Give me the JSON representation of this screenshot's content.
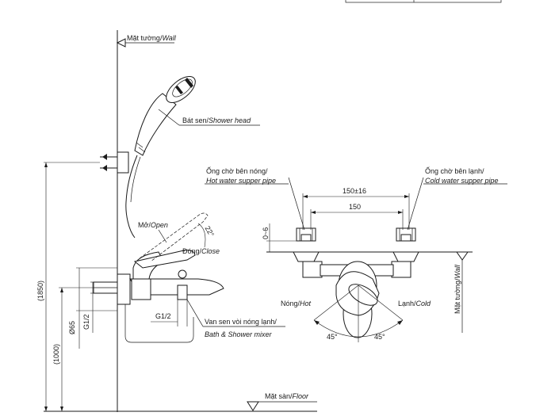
{
  "labels": {
    "wall": {
      "vi": "Mặt tường/",
      "en": "Wall"
    },
    "shower_head": {
      "vi": "Bát sen/",
      "en": "Shower head"
    },
    "open": {
      "vi": "Mở/",
      "en": "Open"
    },
    "close": {
      "vi": "Đóng/",
      "en": "Close"
    },
    "mixer": {
      "vi": "Van sen vòi nóng lạnh/",
      "en": "Bath & Shower mixer"
    },
    "floor": {
      "vi": "Mặt sàn/",
      "en": "Floor"
    },
    "hot_pipe": {
      "vi": "Ống chờ bên nóng/",
      "en": "Hot water supper pipe"
    },
    "cold_pipe": {
      "vi": "Ống chờ bên lạnh/",
      "en": "Cold water supper pipe"
    },
    "hot": {
      "vi": "Nóng/",
      "en": "Hot"
    },
    "cold": {
      "vi": "Lạnh/",
      "en": "Cold"
    },
    "wall_right": {
      "vi": "Mặt tường/",
      "en": "Wall"
    }
  },
  "dimensions": {
    "height_total": "(1850)",
    "height_mixer": "(1000)",
    "diameter": "Ø65",
    "thread_half_side": "G1/2",
    "thread_half_bottom": "G1/2",
    "angle_lever": "22°",
    "spacing_tolerance": "150±16",
    "spacing": "150",
    "depth": "0~6",
    "angle_left": "45°",
    "angle_right": "45°"
  }
}
